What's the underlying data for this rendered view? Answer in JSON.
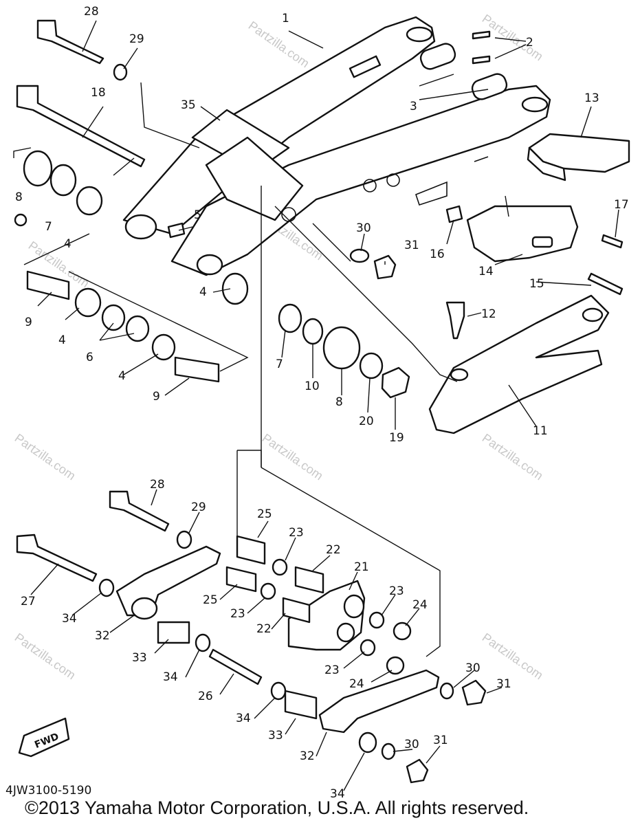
{
  "diagram": {
    "code": "4JW3100-5190",
    "copyright": "©2013 Yamaha Motor Corporation, U.S.A. All rights reserved.",
    "watermark": "Partzilla.com",
    "fwd_label": "FWD",
    "callouts": [
      {
        "id": "c1",
        "text": "1"
      },
      {
        "id": "c2",
        "text": "2"
      },
      {
        "id": "c3",
        "text": "3"
      },
      {
        "id": "c28a",
        "text": "28"
      },
      {
        "id": "c29a",
        "text": "29"
      },
      {
        "id": "c18",
        "text": "18"
      },
      {
        "id": "c35",
        "text": "35"
      },
      {
        "id": "c13",
        "text": "13"
      },
      {
        "id": "c8a",
        "text": "8"
      },
      {
        "id": "c7a",
        "text": "7"
      },
      {
        "id": "c4a",
        "text": "4"
      },
      {
        "id": "c5",
        "text": "5"
      },
      {
        "id": "c17",
        "text": "17"
      },
      {
        "id": "c16",
        "text": "16"
      },
      {
        "id": "c30a",
        "text": "30"
      },
      {
        "id": "c31a",
        "text": "31"
      },
      {
        "id": "c14",
        "text": "14"
      },
      {
        "id": "c15",
        "text": "15"
      },
      {
        "id": "c9a",
        "text": "9"
      },
      {
        "id": "c4b",
        "text": "4"
      },
      {
        "id": "c4c",
        "text": "4"
      },
      {
        "id": "c6",
        "text": "6"
      },
      {
        "id": "c4d",
        "text": "4"
      },
      {
        "id": "c9b",
        "text": "9"
      },
      {
        "id": "c12",
        "text": "12"
      },
      {
        "id": "c7b",
        "text": "7"
      },
      {
        "id": "c10",
        "text": "10"
      },
      {
        "id": "c8b",
        "text": "8"
      },
      {
        "id": "c20",
        "text": "20"
      },
      {
        "id": "c19",
        "text": "19"
      },
      {
        "id": "c11",
        "text": "11"
      },
      {
        "id": "c28b",
        "text": "28"
      },
      {
        "id": "c29b",
        "text": "29"
      },
      {
        "id": "c27",
        "text": "27"
      },
      {
        "id": "c25a",
        "text": "25"
      },
      {
        "id": "c23a",
        "text": "23"
      },
      {
        "id": "c22a",
        "text": "22"
      },
      {
        "id": "c21",
        "text": "21"
      },
      {
        "id": "c25b",
        "text": "25"
      },
      {
        "id": "c23b",
        "text": "23"
      },
      {
        "id": "c23c",
        "text": "23"
      },
      {
        "id": "c24a",
        "text": "24"
      },
      {
        "id": "c34a",
        "text": "34"
      },
      {
        "id": "c32a",
        "text": "32"
      },
      {
        "id": "c22b",
        "text": "22"
      },
      {
        "id": "c33a",
        "text": "33"
      },
      {
        "id": "c34b",
        "text": "34"
      },
      {
        "id": "c23d",
        "text": "23"
      },
      {
        "id": "c24b",
        "text": "24"
      },
      {
        "id": "c30b",
        "text": "30"
      },
      {
        "id": "c31b",
        "text": "31"
      },
      {
        "id": "c26",
        "text": "26"
      },
      {
        "id": "c34c",
        "text": "34"
      },
      {
        "id": "c33b",
        "text": "33"
      },
      {
        "id": "c32b",
        "text": "32"
      },
      {
        "id": "c30c",
        "text": "30"
      },
      {
        "id": "c31c",
        "text": "31"
      },
      {
        "id": "c34d",
        "text": "34"
      }
    ]
  }
}
